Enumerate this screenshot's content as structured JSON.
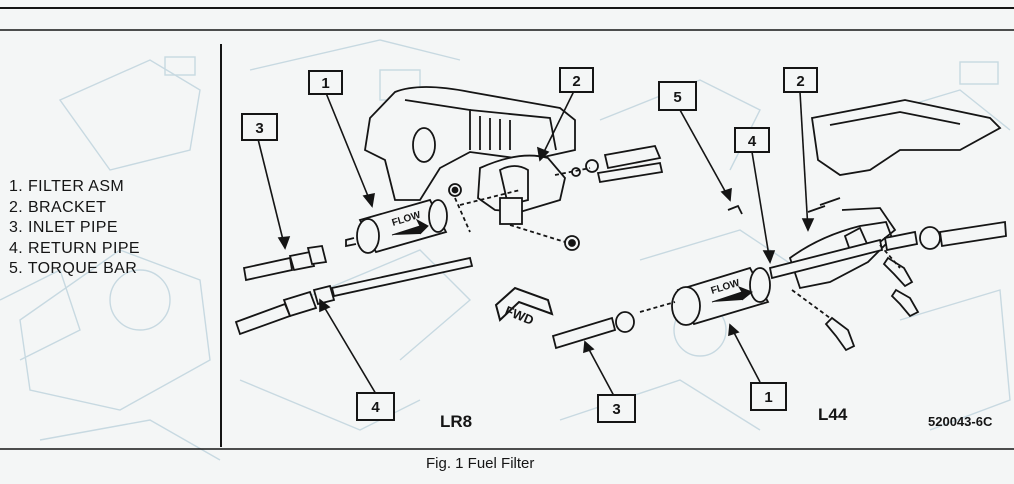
{
  "legend": {
    "items": [
      "1. FILTER ASM",
      "2. BRACKET",
      "3. INLET PIPE",
      "4. RETURN PIPE",
      "5. TORQUE BAR"
    ]
  },
  "callouts": {
    "lr8_filter": "1",
    "lr8_bracket": "2",
    "lr8_inlet": "3",
    "lr8_return": "4",
    "l44_torque": "5",
    "l44_return": "4",
    "l44_bracket": "2",
    "l44_inlet": "3",
    "l44_filter": "1"
  },
  "labels": {
    "flow_lr8": "FLOW",
    "flow_l44": "FLOW",
    "fwd": "FWD",
    "variant_lr8": "LR8",
    "variant_l44": "L44",
    "figure_code": "520043-6C",
    "caption": "Fig. 1 Fuel Filter"
  },
  "colors": {
    "paper": "#f4f6f6",
    "ink": "#151515",
    "ghost": "#b9cfd9"
  }
}
